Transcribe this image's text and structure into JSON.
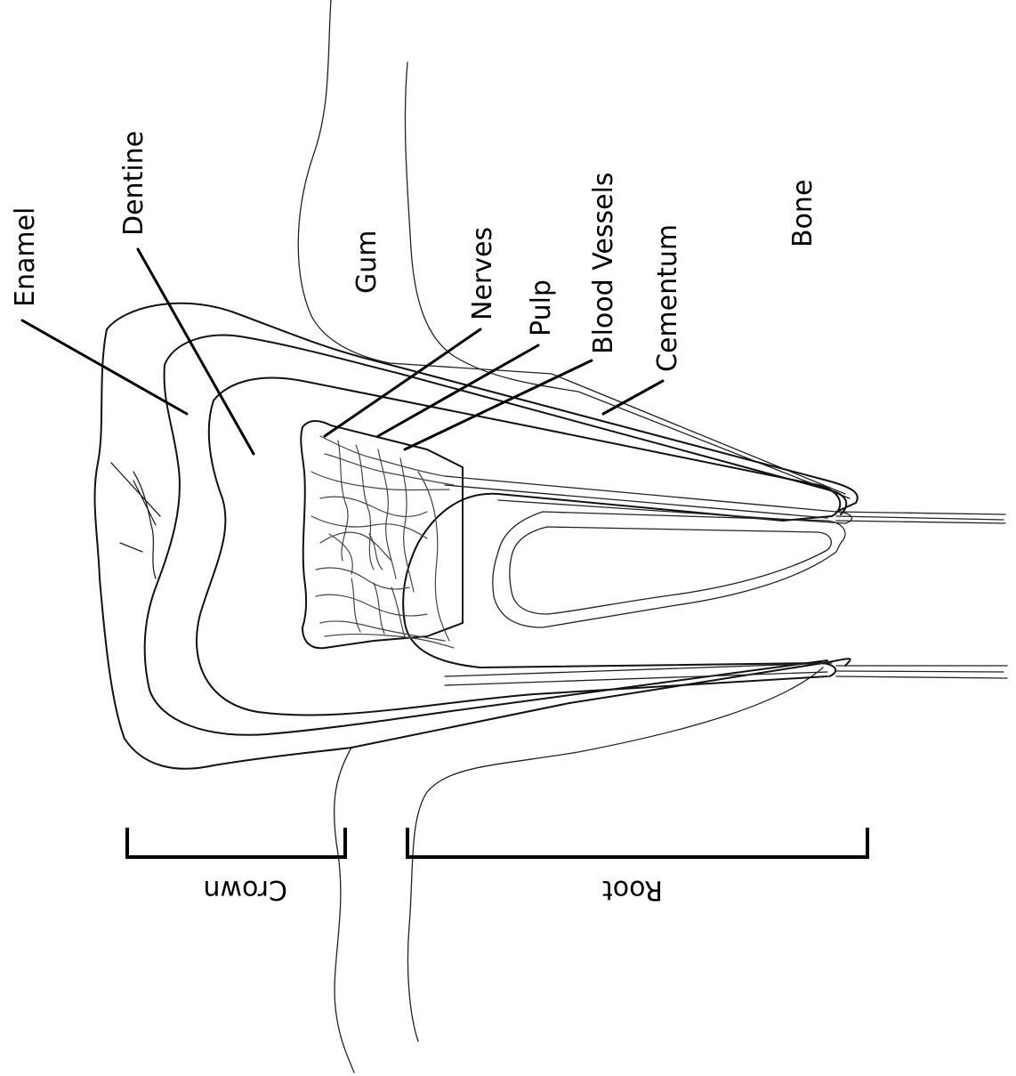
{
  "labels": {
    "enamel": "Enamel",
    "dentine": "Dentine",
    "gum": "Gum",
    "nerves": "Nerves",
    "pulp": "Pulp",
    "blood_vessels": "Blood Vessels",
    "cementum": "Cementum",
    "bone": "Bone",
    "crown": "Crown",
    "root": "Root"
  },
  "colors": {
    "line": "#111111",
    "background": "#ffffff"
  }
}
